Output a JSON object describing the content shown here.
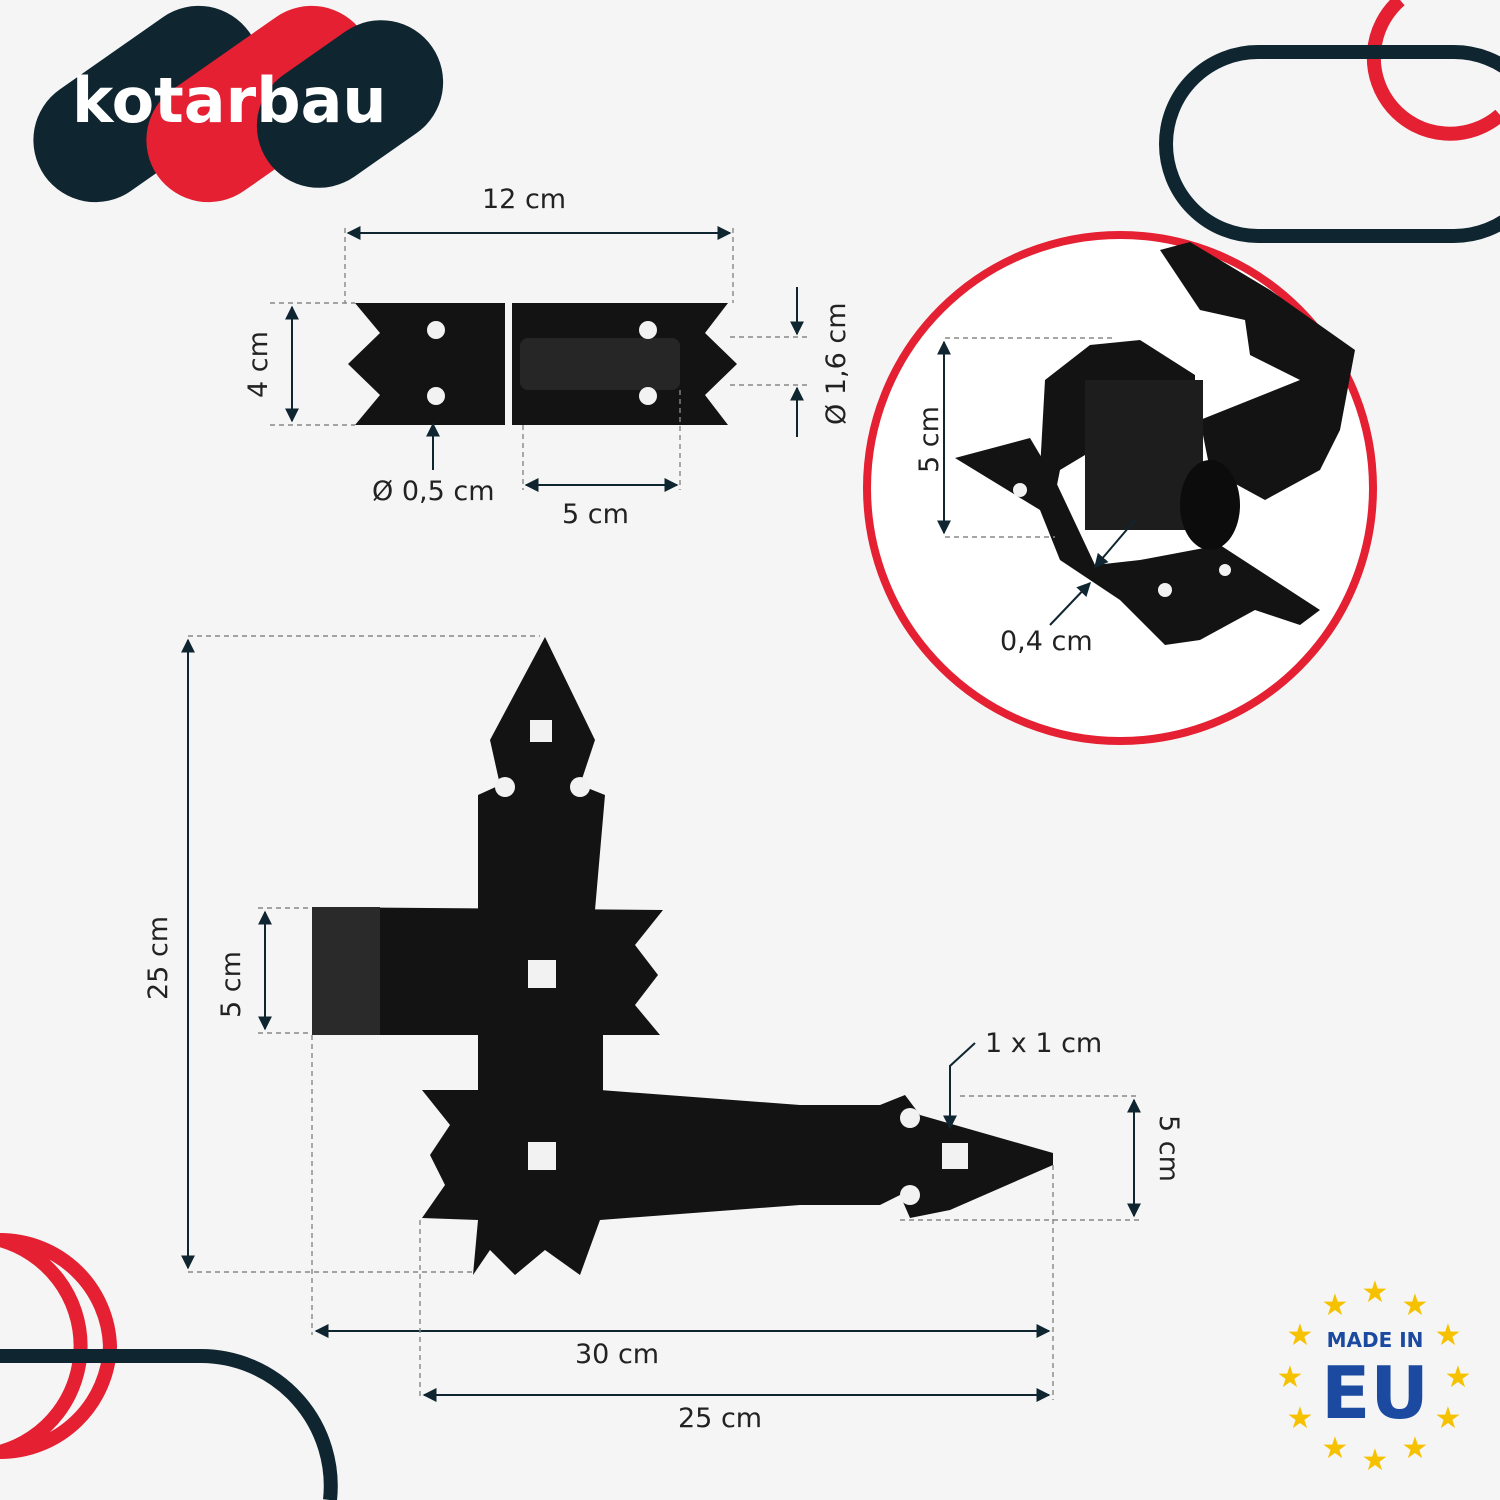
{
  "brand": {
    "name": "kotarbau"
  },
  "badge": {
    "line1": "MADE IN",
    "line2": "EU"
  },
  "colors": {
    "red": "#e42032",
    "navy": "#0f2630",
    "metal": "#131313"
  },
  "latch": {
    "width": "12 cm",
    "height": "4 cm",
    "pin_diameter": "Ø 1,6 cm",
    "hole_diameter": "Ø 0,5 cm",
    "bolt_length": "5 cm"
  },
  "detail": {
    "height": "5 cm",
    "thickness": "0,4 cm"
  },
  "hinge": {
    "height": "25 cm",
    "barrel": "5 cm",
    "square_hole": "1 x 1 cm",
    "strap_width": "5 cm",
    "total_length": "30 cm",
    "strap_length": "25 cm"
  }
}
